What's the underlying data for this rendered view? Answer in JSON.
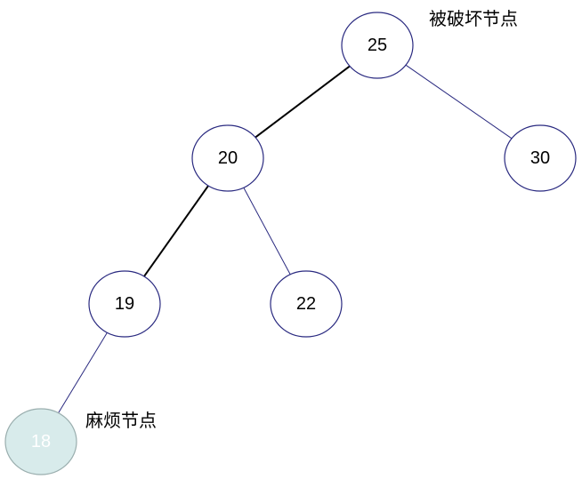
{
  "nodes": [
    {
      "id": "n25",
      "value": "25",
      "style": "normal"
    },
    {
      "id": "n20",
      "value": "20",
      "style": "normal"
    },
    {
      "id": "n30",
      "value": "30",
      "style": "normal"
    },
    {
      "id": "n19",
      "value": "19",
      "style": "normal"
    },
    {
      "id": "n22",
      "value": "22",
      "style": "normal"
    },
    {
      "id": "n18",
      "value": "18",
      "style": "highlight"
    }
  ],
  "edges": [
    {
      "from": "n25",
      "to": "n20",
      "style": "bold"
    },
    {
      "from": "n25",
      "to": "n30",
      "style": "thin"
    },
    {
      "from": "n20",
      "to": "n19",
      "style": "bold"
    },
    {
      "from": "n20",
      "to": "n22",
      "style": "thin"
    },
    {
      "from": "n19",
      "to": "n18",
      "style": "thin"
    }
  ],
  "labels": {
    "damaged_node": "被破坏节点",
    "trouble_node": "麻烦节点"
  },
  "colors": {
    "node_stroke": "#2a2a80",
    "edge_thin": "#2a2a80",
    "edge_bold": "#000000",
    "highlight_fill": "#d8ebeb",
    "highlight_stroke": "#9aaeae",
    "highlight_text": "#ffffff"
  }
}
